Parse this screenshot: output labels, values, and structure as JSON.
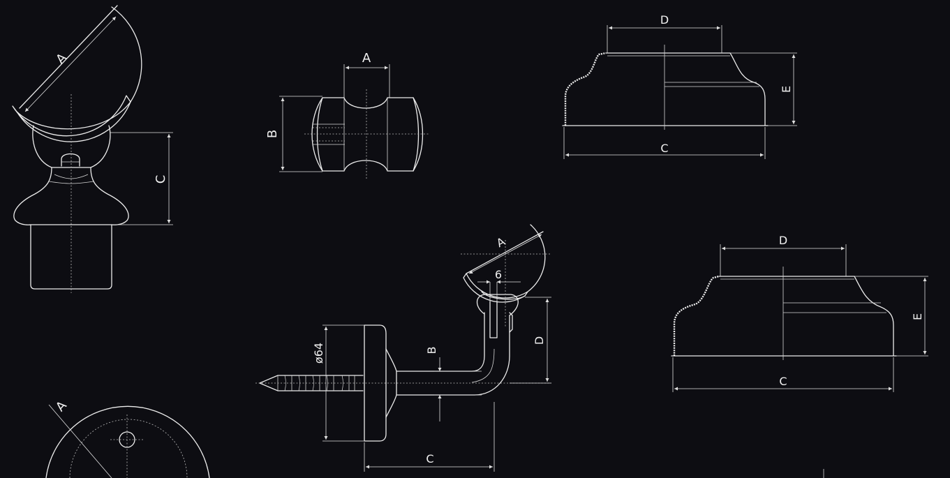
{
  "labels": {
    "post_a": "A",
    "post_c": "C",
    "saddle_a": "A",
    "saddle_b": "B",
    "rose1_d": "D",
    "rose1_e": "E",
    "rose1_c": "C",
    "bracket_a": "A",
    "bracket_6": "6",
    "bracket_dia": "ø64",
    "bracket_b": "B",
    "bracket_d": "D",
    "bracket_c": "C",
    "rose2_d": "D",
    "rose2_e": "E",
    "rose2_c": "C",
    "flange_a": "A"
  },
  "colors": {
    "background": "#0d0d12",
    "line": "#ececec"
  }
}
